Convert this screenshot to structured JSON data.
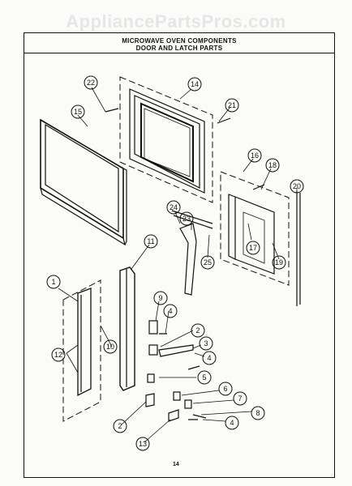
{
  "watermark": "AppliancePartsPros.com",
  "title_line1": "MICROWAVE OVEN COMPONENTS",
  "title_line2": "DOOR AND LATCH PARTS",
  "page_number": "14",
  "callouts": [
    "22",
    "14",
    "15",
    "21",
    "16",
    "18",
    "20",
    "24",
    "23",
    "11",
    "25",
    "17",
    "19",
    "1",
    "9",
    "4",
    "2",
    "3",
    "12",
    "10",
    "5",
    "6",
    "7",
    "8",
    "13"
  ]
}
